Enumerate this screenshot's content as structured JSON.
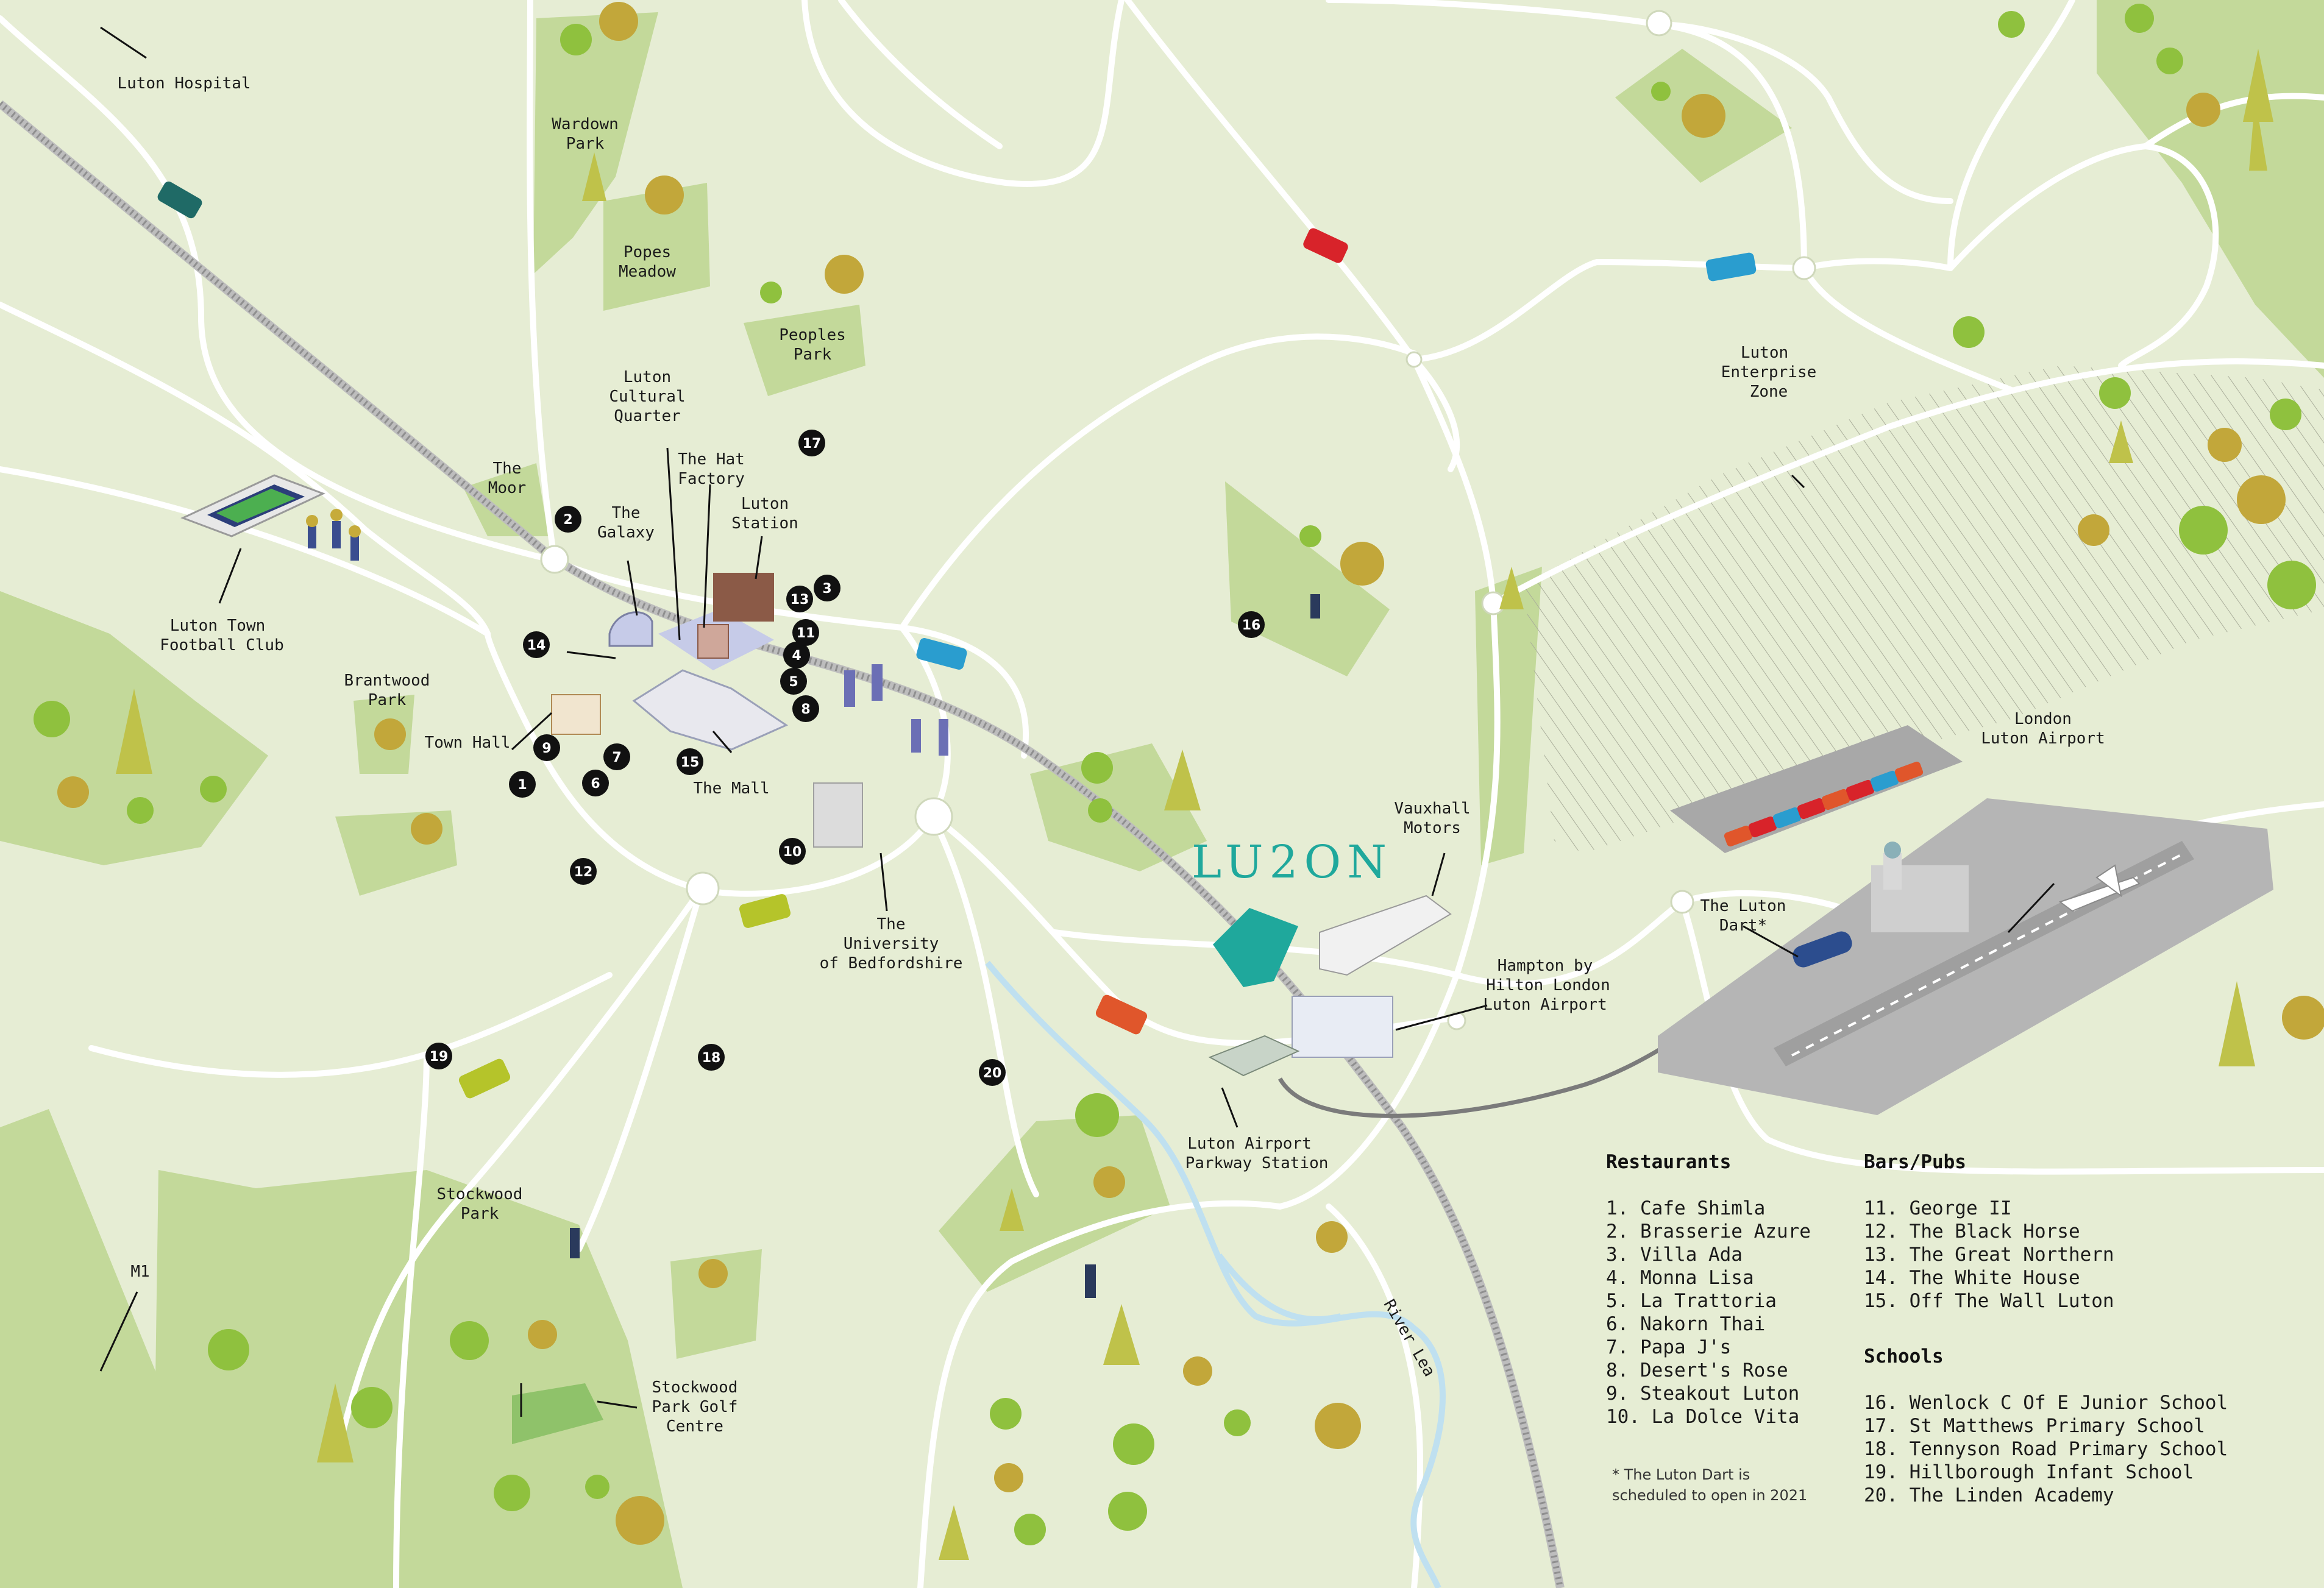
{
  "colors": {
    "background": "#e6edd4",
    "park": "#c3d99a",
    "road": "#ffffff",
    "rail": "#8f8f8f",
    "river": "#bfe0f0",
    "brand": "#1fa89c",
    "airport": "#b5b5b5"
  },
  "logo": "LU2ON",
  "places": {
    "luton_hospital": "Luton Hospital",
    "wardown_park": [
      "Wardown",
      "Park"
    ],
    "popes_meadow": [
      "Popes",
      "Meadow"
    ],
    "peoples_park": [
      "Peoples",
      "Park"
    ],
    "cultural_quarter": [
      "Luton",
      "Cultural",
      "Quarter"
    ],
    "hat_factory": [
      "The Hat",
      "Factory"
    ],
    "luton_station": [
      "Luton",
      "Station"
    ],
    "the_moor": [
      "The",
      "Moor"
    ],
    "the_galaxy": [
      "The",
      "Galaxy"
    ],
    "football_club": [
      "Luton Town",
      "Football Club"
    ],
    "brantwood_park": [
      "Brantwood",
      "Park"
    ],
    "town_hall": "Town Hall",
    "the_mall": "The Mall",
    "university": [
      "The",
      "University",
      "of Bedfordshire"
    ],
    "enterprise_zone": [
      "Luton",
      "Enterprise",
      "Zone"
    ],
    "london_luton_airport": [
      "London",
      "Luton Airport"
    ],
    "vauxhall_motors": [
      "Vauxhall",
      "Motors"
    ],
    "luton_dart": [
      "The Luton",
      "Dart*"
    ],
    "hampton": [
      "Hampton by",
      "Hilton London",
      "Luton Airport"
    ],
    "parkway_station": [
      "Luton Airport",
      "Parkway Station"
    ],
    "stockwood_park": [
      "Stockwood",
      "Park"
    ],
    "golf_centre": [
      "Stockwood",
      "Park Golf",
      "Centre"
    ],
    "m1": "M1",
    "river_lea": "River Lea"
  },
  "markers": [
    "1",
    "2",
    "3",
    "4",
    "5",
    "6",
    "7",
    "8",
    "9",
    "10",
    "11",
    "12",
    "13",
    "14",
    "15",
    "16",
    "17",
    "18",
    "19",
    "20"
  ],
  "legend": {
    "restaurants_title": "Restaurants",
    "restaurants": [
      "1. Cafe Shimla",
      "2. Brasserie Azure",
      "3. Villa Ada",
      "4. Monna Lisa",
      "5. La Trattoria",
      "6. Nakorn Thai",
      "7. Papa J's",
      "8. Desert's Rose",
      "9. Steakout Luton",
      "10. La Dolce Vita"
    ],
    "bars_title": "Bars/Pubs",
    "bars": [
      "11. George II",
      "12. The Black Horse",
      "13. The Great Northern",
      "14. The White House",
      "15. Off The Wall Luton"
    ],
    "schools_title": "Schools",
    "schools": [
      "16. Wenlock C Of E Junior School",
      "17. St Matthews Primary School",
      "18. Tennyson Road Primary School",
      "19. Hillborough Infant School",
      "20. The Linden Academy"
    ],
    "footnote": [
      "* The Luton Dart is",
      "scheduled to open in 2021"
    ]
  }
}
